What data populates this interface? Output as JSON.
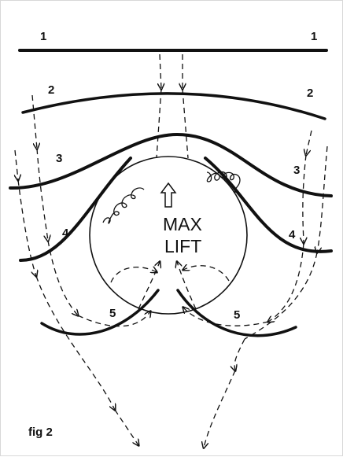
{
  "figure": {
    "caption": "fig 2",
    "center_label_line1": "MAX",
    "center_label_line2": "LIFT",
    "wave_labels": {
      "w1_left": "1",
      "w1_right": "1",
      "w2_left": "2",
      "w2_right": "2",
      "w3_left": "3",
      "w3_right": "3",
      "w4_left": "4",
      "w4_right": "4",
      "w5_left": "5",
      "w5_right": "5"
    }
  }
}
